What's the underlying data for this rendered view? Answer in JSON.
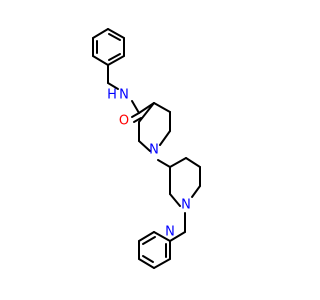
{
  "molecule": {
    "atoms": {
      "amide_nitrogen": {
        "symbol": "N",
        "hydrogen": "H",
        "color": "#0000ff"
      },
      "carbonyl_oxygen": {
        "symbol": "O",
        "color": "#ff0000"
      },
      "piperidine1_nitrogen": {
        "symbol": "N",
        "color": "#0000ff"
      },
      "piperidine2_nitrogen": {
        "symbol": "N",
        "color": "#0000ff"
      },
      "pyridine_nitrogen": {
        "symbol": "N",
        "color": "#0000ff"
      }
    },
    "bond_color": "#000000"
  }
}
